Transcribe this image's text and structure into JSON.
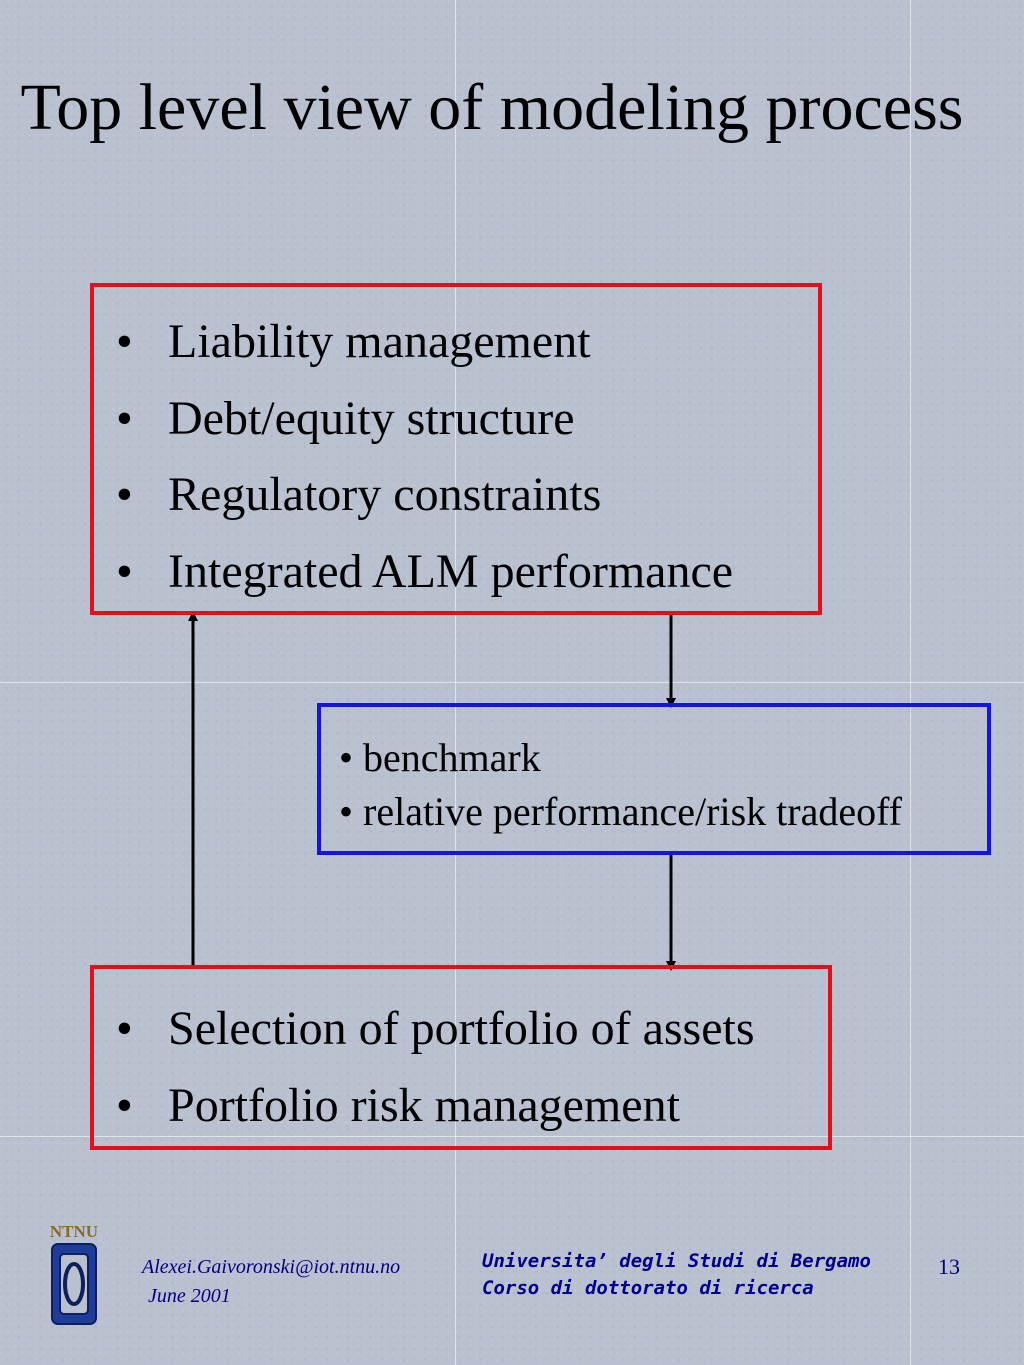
{
  "slide": {
    "title": "Top level view of modeling process",
    "colors": {
      "top_box_border": "#e0101e",
      "middle_box_border": "#1414e6",
      "bottom_box_border": "#e0101e",
      "arrow": "#000000"
    }
  },
  "diagram": {
    "top_box": {
      "items": [
        "Liability management",
        "Debt/equity structure",
        "Regulatory constraints",
        "Integrated ALM performance"
      ]
    },
    "middle_box": {
      "items": [
        "• benchmark",
        "• relative performance/risk tradeoff"
      ]
    },
    "bottom_box": {
      "items": [
        "Selection of portfolio of assets",
        "Portfolio risk management"
      ]
    },
    "bullet_symbol": "•"
  },
  "footer": {
    "logo_text": "NTNU",
    "email": "Alexei.Gaivoronski@iot.ntnu.no",
    "date": "June 2001",
    "university": "Universita’ degli Studi di Bergamo",
    "course": "Corso di dottorato di ricerca",
    "page_number": "13"
  }
}
